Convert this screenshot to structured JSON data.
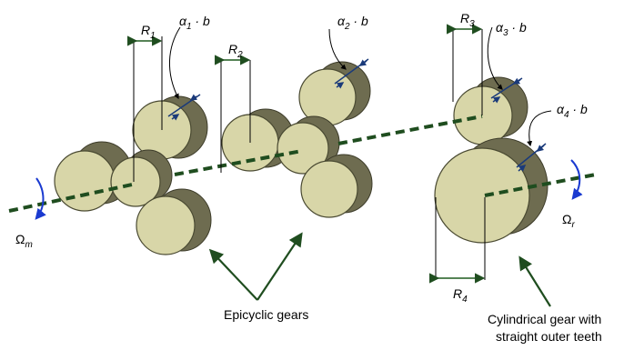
{
  "labels": {
    "R1": "R",
    "R1_sub": "1",
    "R2": "R",
    "R2_sub": "2",
    "R3": "R",
    "R3_sub": "3",
    "R4": "R",
    "R4_sub": "4",
    "a1": "α",
    "a1_sub": "1",
    "a1_rest": " · b",
    "a2": "α",
    "a2_sub": "2",
    "a2_rest": " · b",
    "a3": "α",
    "a3_sub": "3",
    "a3_rest": " · b",
    "a4": "α",
    "a4_sub": "4",
    "a4_rest": " · b",
    "omega_m": "Ω",
    "omega_m_sub": "m",
    "omega_r": "Ω",
    "omega_r_sub": "r",
    "epicyclic": "Epicyclic gears",
    "cyl_line1": "Cylindrical gear with",
    "cyl_line2": "straight outer teeth"
  },
  "colors": {
    "gear_face": "#d8d6a8",
    "gear_side": "#6e6c50",
    "axis": "#1f4d1f",
    "rotation_arrow": "#1a3ad0"
  }
}
